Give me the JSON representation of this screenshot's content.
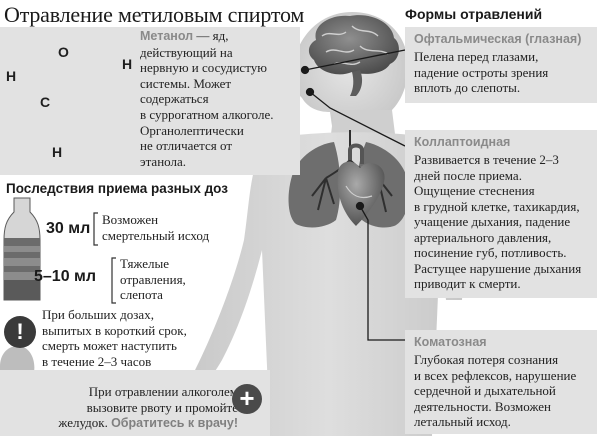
{
  "header": {
    "title": "Отравление метиловым спиртом",
    "forms_title": "Формы отравлений"
  },
  "methanol": {
    "name": "Метанол",
    "description_lines": [
      "— яд,",
      "действующий на",
      "нервную и сосудистую",
      "системы. Может",
      "содержаться",
      "в суррогатном алкоголе.",
      "Органолептически",
      "не отличается от",
      "этанола."
    ],
    "atoms": {
      "o": "O",
      "h_left": "H",
      "h_right": "H",
      "c": "C",
      "h_bottom": "H"
    }
  },
  "doses": {
    "title": "Последствия приема разных доз",
    "items": [
      {
        "amount": "30 мл",
        "lines": [
          "Возможен",
          "смертельный исход"
        ]
      },
      {
        "amount": "5–10 мл",
        "lines": [
          "Тяжелые",
          "отравления,",
          "слепота"
        ]
      }
    ]
  },
  "warning": {
    "symbol": "!",
    "lines": [
      "При больших дозах,",
      "выпитых в короткий срок,",
      "смерть может наступить",
      "в течение 2–3 часов"
    ]
  },
  "advice": {
    "lines": [
      "При отравлении алкоголем",
      "вызовите рвоту и промойте"
    ],
    "last_plain": "желудок.",
    "last_bold": "Обратитесь к врачу!",
    "plus_symbol": "+"
  },
  "forms": [
    {
      "title": "Офтальмическая (глазная)",
      "lines": [
        "Пелена перед глазами,",
        "падение остроты зрения",
        "вплоть до слепоты."
      ]
    },
    {
      "title": "Коллаптоидная",
      "lines": [
        "Развивается в течение 2–3",
        "дней после приема.",
        "Ощущение стеснения",
        "в грудной клетке, тахикардия,",
        "учащение дыхания, падение",
        "артериального давления,",
        "посинение губ, потливость.",
        "Растущее нарушение дыхания",
        "приводит к смерти."
      ]
    },
    {
      "title": "Коматозная",
      "lines": [
        "Глубокая потеря сознания",
        "и всех рефлексов, нарушение",
        "сердечной и дыхательной",
        "деятельности. Возможен",
        "летальный исход."
      ]
    }
  ]
}
